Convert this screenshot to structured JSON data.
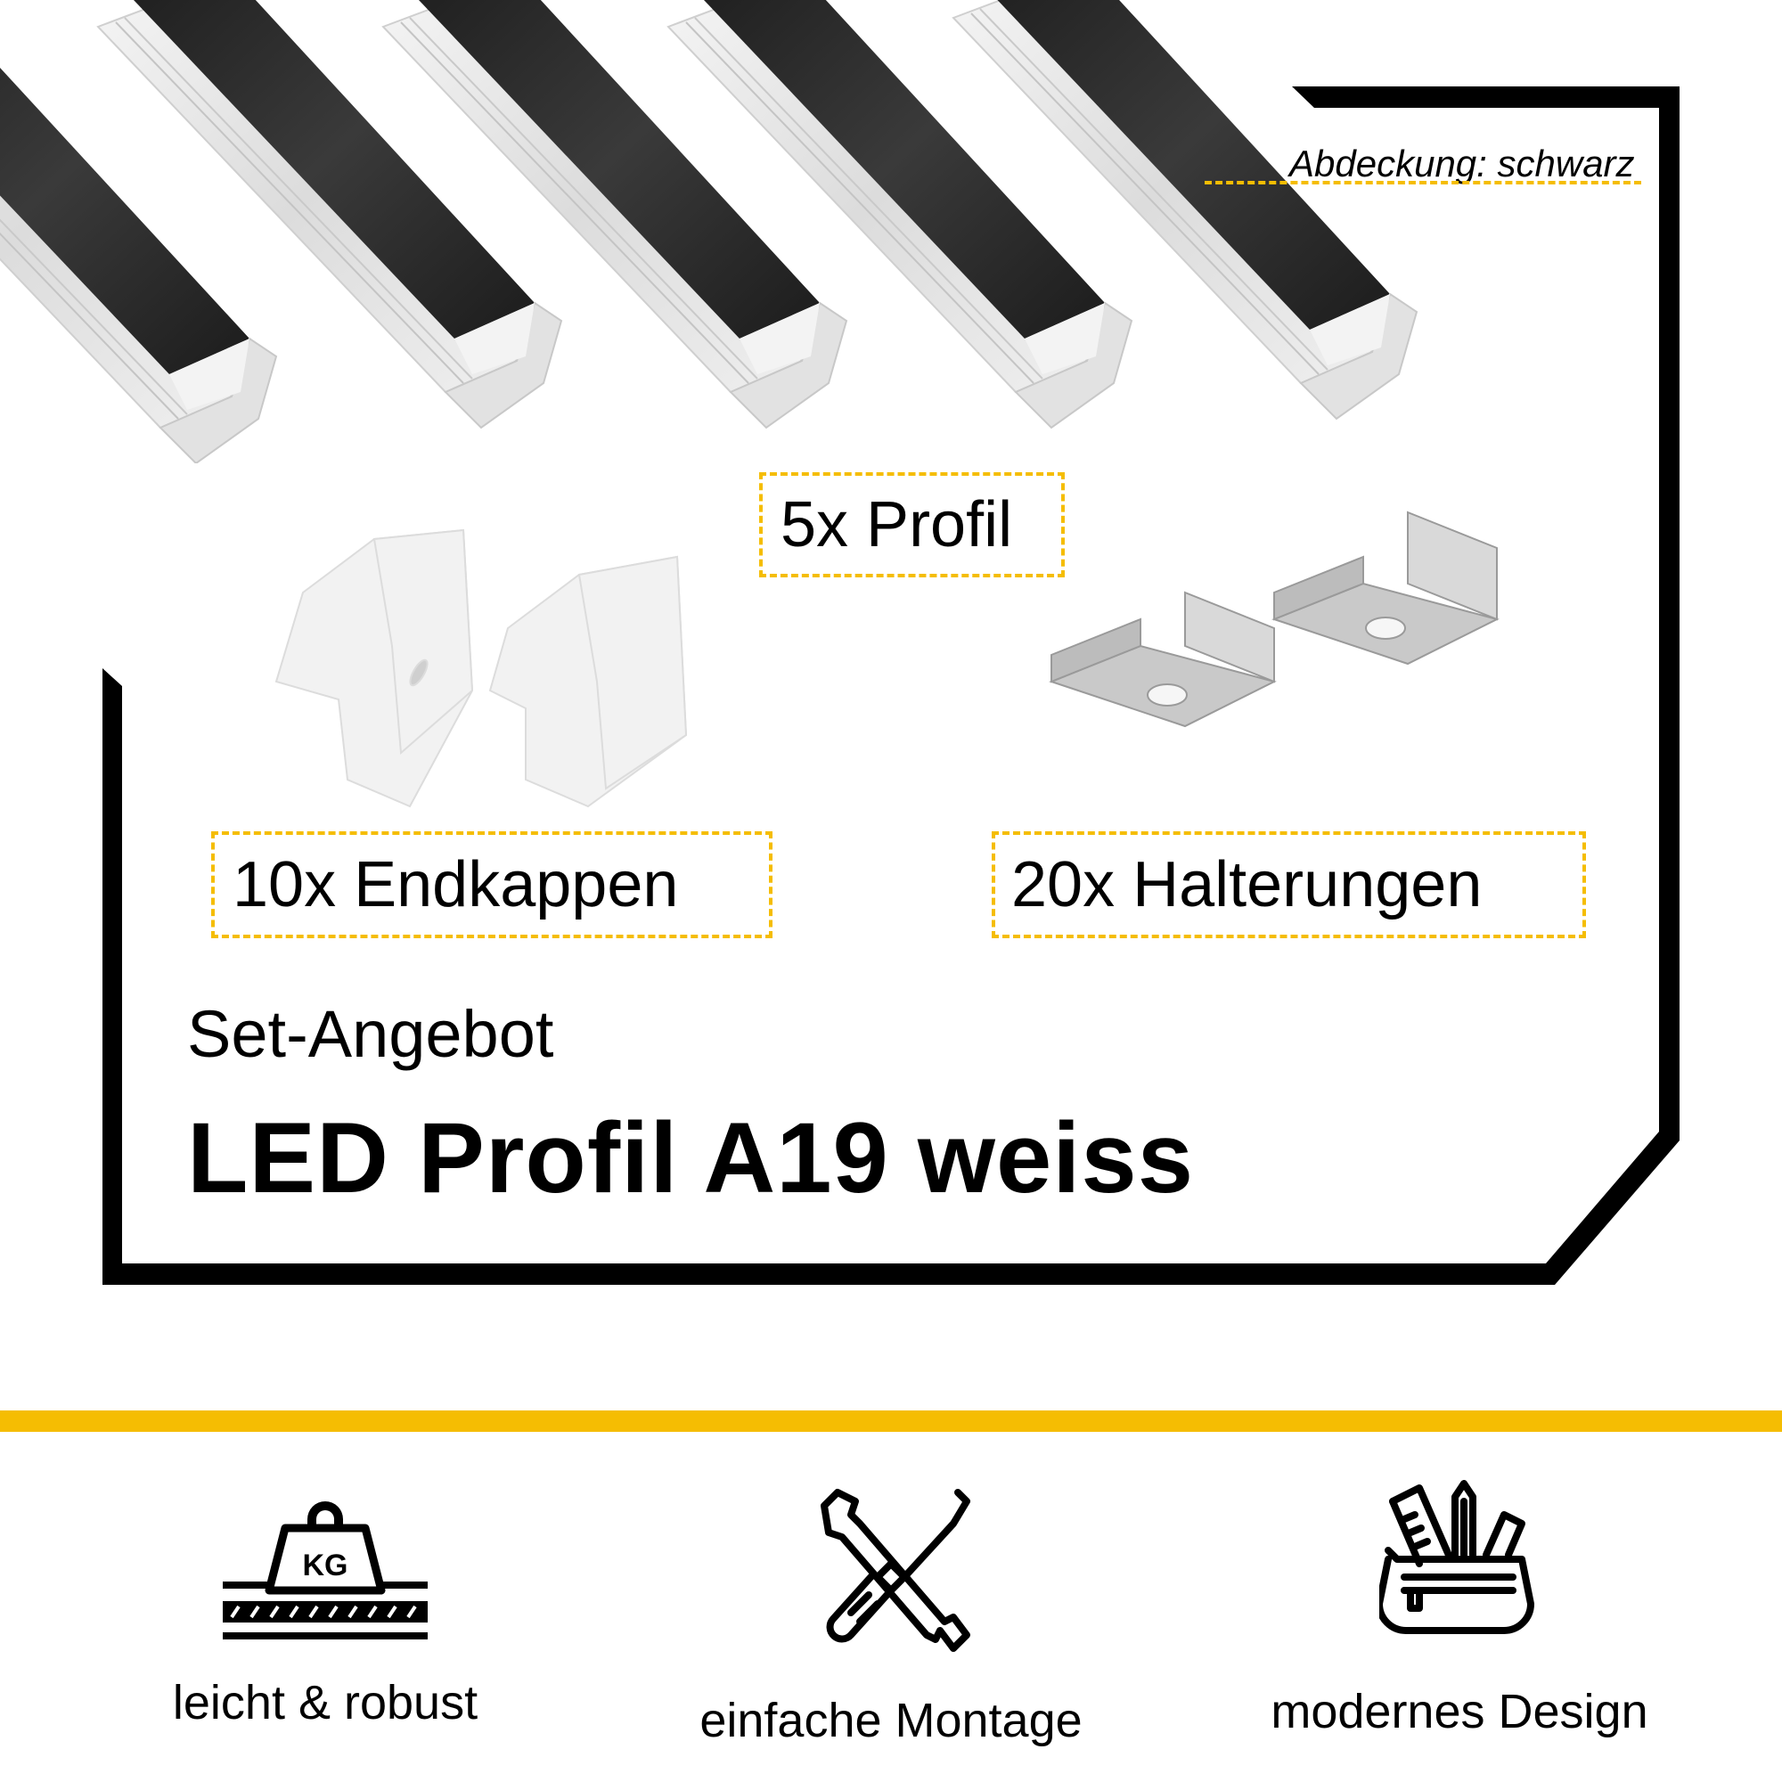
{
  "colors": {
    "accent": "#f5bd02",
    "frame": "#000000",
    "background": "#ffffff",
    "profile_cover": "#2a2a2a",
    "profile_body": "#e6e6e6"
  },
  "header": {
    "cover_note": "Abdeckung: schwarz"
  },
  "components": [
    {
      "id": "profile",
      "label": "5x Profil",
      "quantity": 5
    },
    {
      "id": "endcaps",
      "label": "10x Endkappen",
      "quantity": 10
    },
    {
      "id": "brackets",
      "label": "20x Halterungen",
      "quantity": 20
    }
  ],
  "offer": {
    "subtitle": "Set-Angebot",
    "title": "LED Profil A19 weiss"
  },
  "features": [
    {
      "icon": "weight-kg-icon",
      "label": "leicht & robust"
    },
    {
      "icon": "wrench-screwdriver-icon",
      "label": "einfache Montage"
    },
    {
      "icon": "pencil-case-icon",
      "label": "modernes Design"
    }
  ]
}
